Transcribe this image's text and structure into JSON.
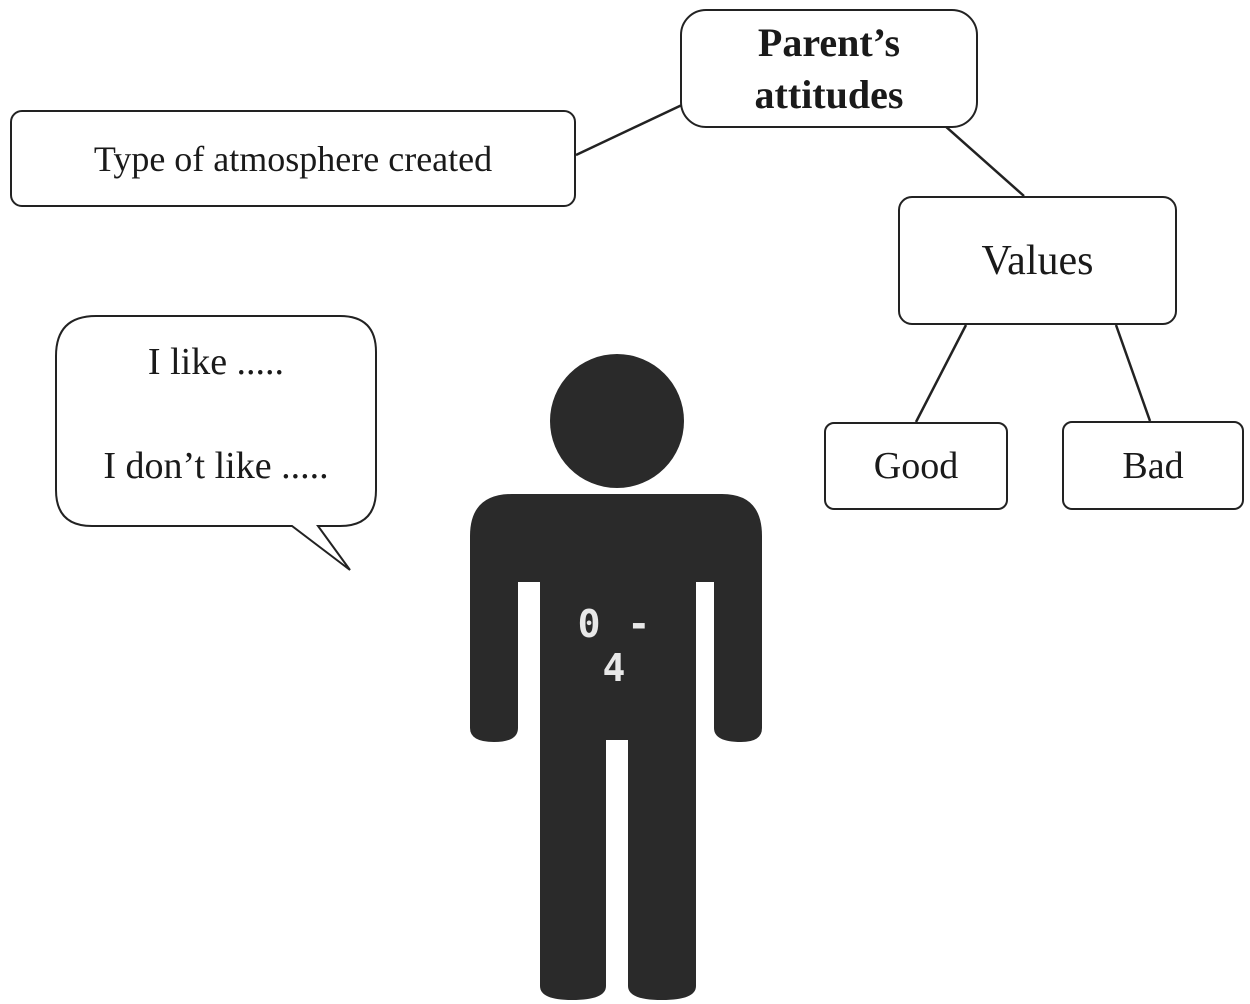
{
  "nodes": {
    "parents_attitudes": [
      "Parent’s",
      "attitudes"
    ],
    "atmosphere": "Type of atmosphere created",
    "values": "Values",
    "good": "Good",
    "bad": "Bad"
  },
  "speech_bubble": {
    "line1": "I like .....",
    "line2": "I don’t like ....."
  },
  "figure": {
    "age_label": "0 - 4"
  },
  "colors": {
    "figure_fill": "#2a2a2a",
    "stroke": "#222222",
    "background": "#ffffff"
  }
}
